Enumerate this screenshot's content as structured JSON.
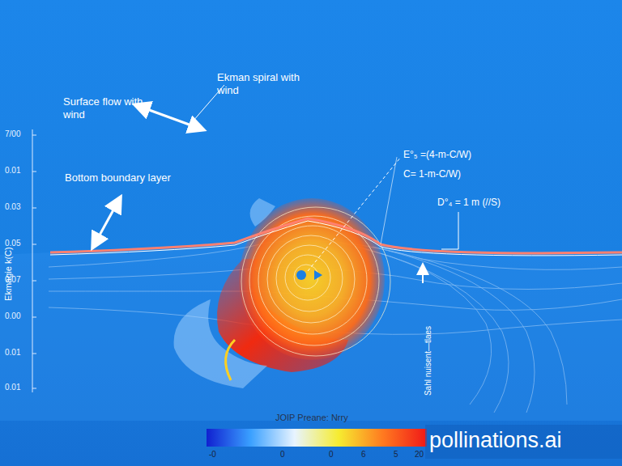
{
  "diagram": {
    "labels": [
      "Surface flow with wind",
      "Ekman spiral with wind",
      "Bottom boundary layer",
      "7/00",
      "0.01",
      "0.03",
      "0.05",
      "0.07",
      "0.00",
      "0.01",
      "0.01",
      "Ekmagie k(C)",
      "E°₅ =(4-m-C/W)",
      "C= 1-m-C/W)",
      "D°₄ = 1 m (//S)",
      "Sahl nuisent—tlaes",
      "JOIP Preane: Nrry",
      "-0",
      "0",
      "0",
      "6",
      "5",
      "20",
      "pollinations.ai"
    ]
  }
}
